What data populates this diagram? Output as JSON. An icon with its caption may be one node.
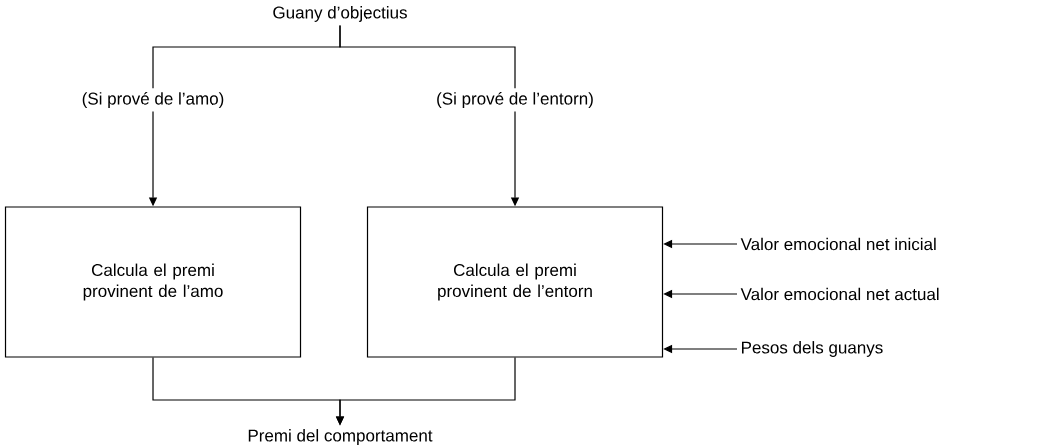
{
  "diagram": {
    "nodes": [
      {
        "text": [
          "Guany d’objectius"
        ]
      },
      {
        "text": [
          "(Si prové de l’amo)"
        ]
      },
      {
        "text": [
          "(Si prové de l’entorn)"
        ]
      },
      {
        "text": [
          "Calcula el premi provinent de l’amo"
        ]
      },
      {
        "text": [
          "Calcula el premi provinent de l’entorn"
        ]
      },
      {
        "text": [
          "Valor emocional net inicial"
        ]
      },
      {
        "text": [
          "Valor emocional net actual"
        ]
      },
      {
        "text": [
          "Pesos dels guanys"
        ]
      },
      {
        "text": [
          "Premi del comportament"
        ]
      }
    ],
    "edges": [
      {
        "from": 0,
        "to": 1,
        "arrow": "none"
      },
      {
        "from": 0,
        "to": 2,
        "arrow": "none"
      },
      {
        "from": 1,
        "to": 3,
        "arrow": "to"
      },
      {
        "from": 2,
        "to": 4,
        "arrow": "to"
      },
      {
        "from": 5,
        "to": 4,
        "arrow": "to"
      },
      {
        "from": 6,
        "to": 4,
        "arrow": "to"
      },
      {
        "from": 7,
        "to": 4,
        "arrow": "to"
      },
      {
        "from": 3,
        "to": 8,
        "arrow": "to"
      },
      {
        "from": 4,
        "to": 8,
        "arrow": "to"
      }
    ]
  }
}
